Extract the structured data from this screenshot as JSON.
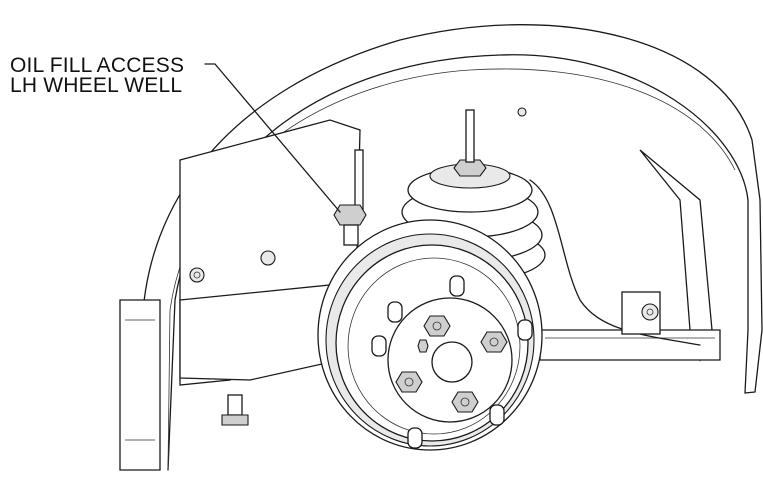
{
  "callout": {
    "line1": "OIL FILL ACCESS",
    "line2": "LH WHEEL WELL"
  },
  "colors": {
    "line": "#1a1a1a",
    "fill": "#ffffff",
    "shade": "#e9e9e9"
  },
  "parts": {
    "hub_lug_nuts": 5,
    "drum_studs": 6
  }
}
